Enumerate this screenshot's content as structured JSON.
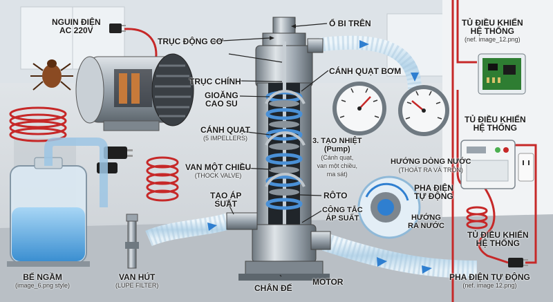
{
  "labels": {
    "power_in": [
      "NGUIN ĐIỆN",
      "AC 220V"
    ],
    "bearing_top": "Ổ BI TRÊN",
    "motor_shaft": "TRỤC ĐỘNG CƠ",
    "main_shaft": "TRỤC CHÍNH",
    "rubber_seal": [
      "GIOĂNG",
      "CAO SU"
    ],
    "impellers": "CÁNH QUẠT",
    "impellers_sub": "(5 IMPELLERS)",
    "check_valve": "VAN MỘT CHIỀU",
    "check_valve_sub": "(THOCK VALVE)",
    "pressure_make": [
      "TẠO ÁP",
      "SUẤT"
    ],
    "pump_impeller": "CÁNH QUẠT BƠM",
    "heat": [
      "3. TẠO NHIỆT",
      "(Pump)"
    ],
    "heat_sub": [
      "(Cánh quạt,",
      "van một chiều,",
      "ma sát)"
    ],
    "rotor": "RÔTO",
    "pressure_switch": [
      "CÔNG TẮC",
      "ÁP SUẤT"
    ],
    "flow_dir": "HƯỚNG DÒNG NƯỚC",
    "flow_dir_sub": "(THOÁT RA VÀ TRỘN)",
    "phase": [
      "PHA ĐIỆN",
      "TỰ ĐỘNG"
    ],
    "out_dir": [
      "HƯỚNG",
      "RA NƯỚC"
    ],
    "control_top": [
      "TỦ ĐIỀU KHIỂN",
      "HỆ THỐNG"
    ],
    "control_top_sub": "(nef. image_12.png)",
    "control_mid": [
      "TỦ ĐIỀU KHIỂN",
      "HỆ THỐNG"
    ],
    "control_low": [
      "TỦ ĐIỀU KHIỂN",
      "HỆ THỐNG"
    ],
    "tank": "BỂ NGẦM",
    "tank_sub": "(image_6.png style)",
    "suction_valve": "VAN HÚT",
    "suction_valve_sub": "(LUPE FILTER)",
    "base": "CHÂN ĐẾ",
    "motor": "MOTOR",
    "phase_bottom": "PHA ĐIỆN TỰ ĐỘNG",
    "phase_bottom_sub": "(nef. image 12.png)"
  },
  "colors": {
    "steel": "#9aa4ad",
    "water": "#5aa9e6",
    "cable": "#c62828",
    "board": "#2e7d32",
    "copper": "#c77a3a"
  }
}
